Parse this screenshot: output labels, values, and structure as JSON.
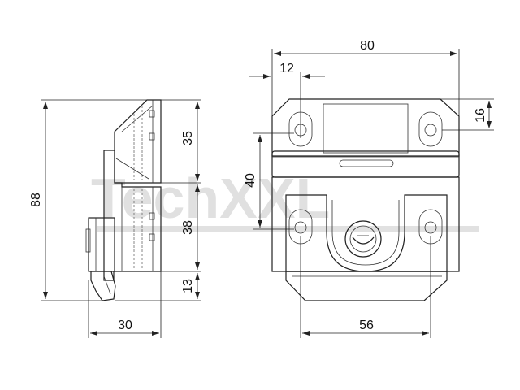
{
  "drawing": {
    "watermark_text": "TechXXL",
    "dimensions": {
      "overall_width": "80",
      "hole_offset_x": "12",
      "hole_offset_y": "16",
      "hole_spacing_y": "40",
      "hole_spacing_x": "56",
      "total_height": "88",
      "side_upper": "35",
      "side_middle": "38",
      "side_lower": "13",
      "side_depth": "30"
    }
  }
}
